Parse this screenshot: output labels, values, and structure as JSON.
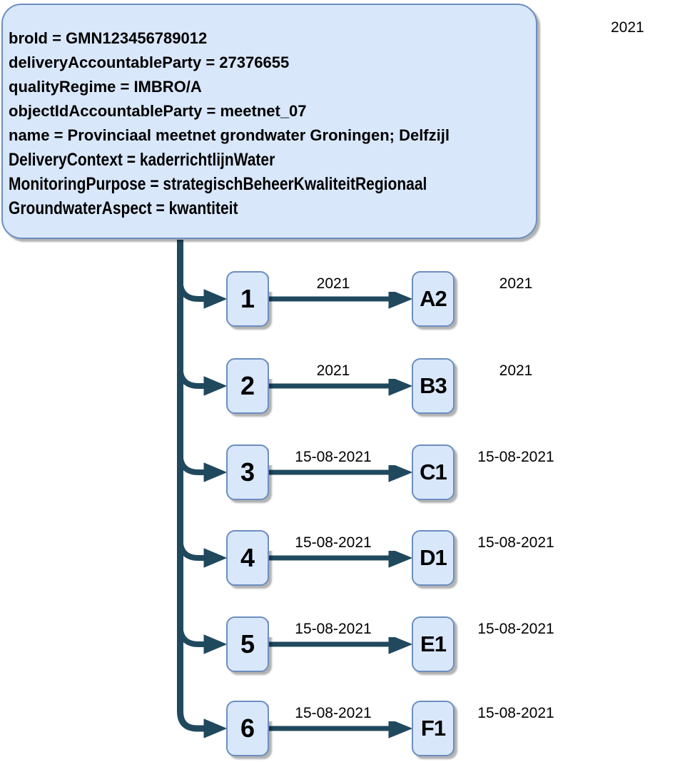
{
  "year_label": "2021",
  "box": {
    "lines": [
      "broId = GMN123456789012",
      "deliveryAccountableParty = 27376655",
      "qualityRegime = IMBRO/A",
      "objectIdAccountableParty = meetnet_07",
      "name = Provinciaal meetnet grondwater Groningen; Delfzijl",
      "DeliveryContext = kaderrichtlijnWater",
      "MonitoringPurpose = strategischBeheerKwaliteitRegionaal",
      "GroundwaterAspect = kwantiteit"
    ]
  },
  "rows": [
    {
      "order": "1",
      "point": "A2",
      "edge_label": "2021",
      "right_label": "2021"
    },
    {
      "order": "2",
      "point": "B3",
      "edge_label": "2021",
      "right_label": "2021"
    },
    {
      "order": "3",
      "point": "C1",
      "edge_label": "15-08-2021",
      "right_label": "15-08-2021"
    },
    {
      "order": "4",
      "point": "D1",
      "edge_label": "15-08-2021",
      "right_label": "15-08-2021"
    },
    {
      "order": "5",
      "point": "E1",
      "edge_label": "15-08-2021",
      "right_label": "15-08-2021"
    },
    {
      "order": "6",
      "point": "F1",
      "edge_label": "15-08-2021",
      "right_label": "15-08-2021"
    }
  ],
  "colors": {
    "node_fill": "#d9e7fb",
    "node_border": "#6c8ebf",
    "connector": "#20495e"
  }
}
